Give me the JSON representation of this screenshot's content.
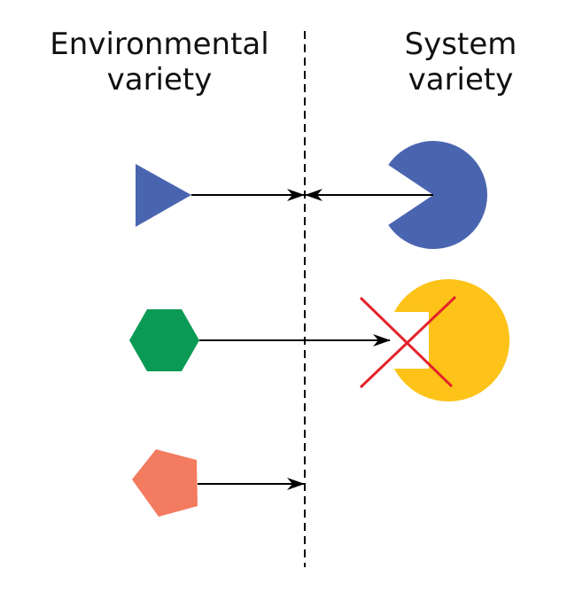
{
  "environment_header": {
    "line1": "Environmental",
    "line2": "variety"
  },
  "system_header": {
    "line1": "System",
    "line2": "variety"
  },
  "colors": {
    "triangle": "#4a65b0",
    "pacman_blue": "#4a65b0",
    "hexagon": "#0b9a55",
    "pacman_yellow": "#fdc318",
    "pentagon": "#f37b5f",
    "cross": "#e3232b",
    "arrow": "#000000",
    "divider": "#000000"
  },
  "rows": [
    {
      "env_shape": "triangle",
      "system_shape": "blue-pacman",
      "outcome": "matched"
    },
    {
      "env_shape": "hexagon",
      "system_shape": "yellow-pacman",
      "outcome": "mismatch-crossed"
    },
    {
      "env_shape": "pentagon",
      "system_shape": "none",
      "outcome": "unanswered"
    }
  ]
}
